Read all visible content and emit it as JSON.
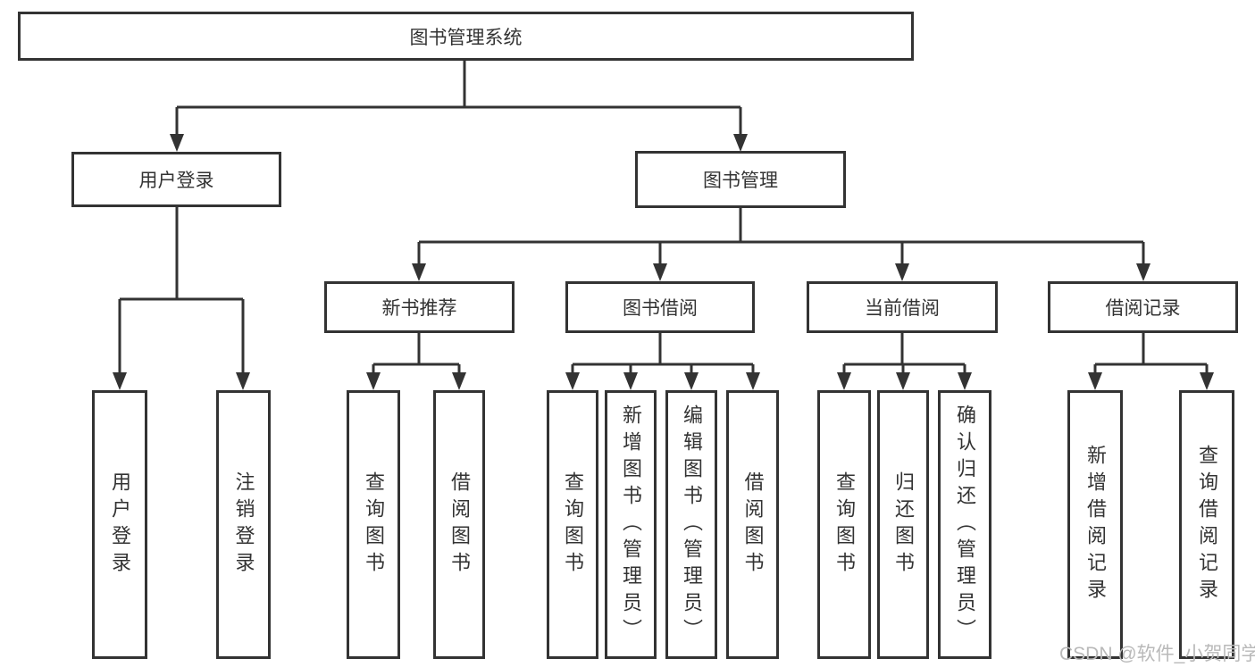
{
  "diagram": {
    "nodes": {
      "root": {
        "label": "图书管理系统"
      },
      "level2": [
        {
          "label": "用户登录"
        },
        {
          "label": "图书管理"
        }
      ],
      "level3": [
        {
          "label": "新书推荐"
        },
        {
          "label": "图书借阅"
        },
        {
          "label": "当前借阅"
        },
        {
          "label": "借阅记录"
        }
      ],
      "level4": {
        "user_login": [
          {
            "label": "用户登录"
          },
          {
            "label": "注销登录"
          }
        ],
        "new_books": [
          {
            "label": "查询图书"
          },
          {
            "label": "借阅图书"
          }
        ],
        "book_borrowing": [
          {
            "label": "查询图书"
          },
          {
            "label": "新增图书（管理员）"
          },
          {
            "label": "编辑图书（管理员）"
          },
          {
            "label": "借阅图书"
          }
        ],
        "current_borrowing": [
          {
            "label": "查询图书"
          },
          {
            "label": "归还图书"
          },
          {
            "label": "确认归还（管理员）"
          }
        ],
        "borrowing_records": [
          {
            "label": "新增借阅记录"
          },
          {
            "label": "查询借阅记录"
          }
        ]
      }
    },
    "colors": {
      "line": "#333333",
      "text": "#333333",
      "box_background": "#ffffff",
      "watermark": "#b9b9b9"
    }
  },
  "watermark": {
    "text": "CSDN @软件_小贺同学"
  }
}
